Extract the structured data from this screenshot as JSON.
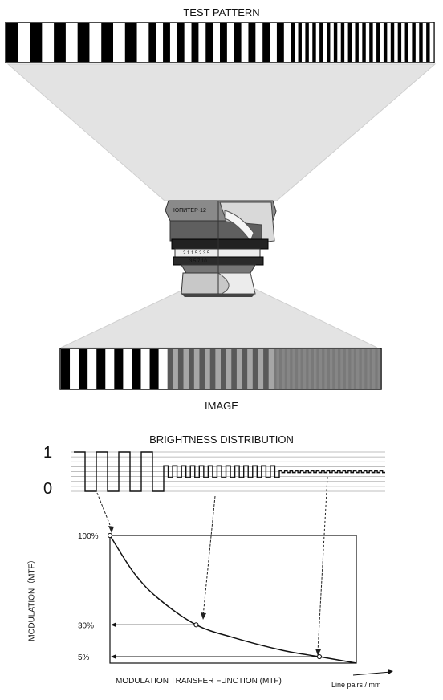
{
  "labels": {
    "test_pattern": "TEST PATTERN",
    "image": "IMAGE",
    "brightness_distribution": "BRIGHTNESS DISTRIBUTION",
    "level_one": "1",
    "level_zero": "0",
    "y_axis": "MODULATION（MTF）",
    "x_axis": "MODULATION TRANSFER FUNCTION (MTF)",
    "x_unit": "Line pairs / mm"
  },
  "lens_engravings": {
    "top_text": "ЮПИТЕР-12",
    "ring_numbers": "2  1  1.5  2  3  5",
    "bottom_numbers": "3 5 7 10"
  },
  "test_pattern": {
    "segments": [
      {
        "cycles": 6,
        "contrast": 1.0
      },
      {
        "cycles": 10,
        "contrast": 1.0
      },
      {
        "cycles": 20,
        "contrast": 1.0
      }
    ]
  },
  "image_pattern": {
    "segments": [
      {
        "cycles": 6,
        "contrast": 1.0
      },
      {
        "cycles": 10,
        "contrast": 0.3
      },
      {
        "cycles": 20,
        "contrast": 0.05
      }
    ]
  },
  "brightness": {
    "segments": [
      {
        "cycles": 4,
        "amplitude": 1.0
      },
      {
        "cycles": 13,
        "amplitude": 0.3
      },
      {
        "cycles": 20,
        "amplitude": 0.05
      }
    ]
  },
  "chart_data": {
    "type": "line",
    "title": "MODULATION TRANSFER FUNCTION (MTF)",
    "xlabel": "Line pairs / mm",
    "ylabel": "MODULATION（MTF）",
    "yticks": [
      "100%",
      "30%",
      "5%"
    ],
    "series": [
      {
        "points": [
          {
            "x": 0,
            "y": 100
          },
          {
            "x": 0.1,
            "y": 70
          },
          {
            "x": 0.2,
            "y": 50
          },
          {
            "x": 0.35,
            "y": 30
          },
          {
            "x": 0.5,
            "y": 20
          },
          {
            "x": 0.7,
            "y": 10
          },
          {
            "x": 0.85,
            "y": 5
          },
          {
            "x": 1.0,
            "y": 0
          }
        ]
      }
    ],
    "markers": [
      {
        "x": 0,
        "y": 100,
        "label": "100%"
      },
      {
        "x": 0.35,
        "y": 30,
        "label": "30%"
      },
      {
        "x": 0.85,
        "y": 5,
        "label": "5%"
      }
    ],
    "ylim": [
      0,
      100
    ],
    "xlim": [
      0,
      1
    ]
  }
}
